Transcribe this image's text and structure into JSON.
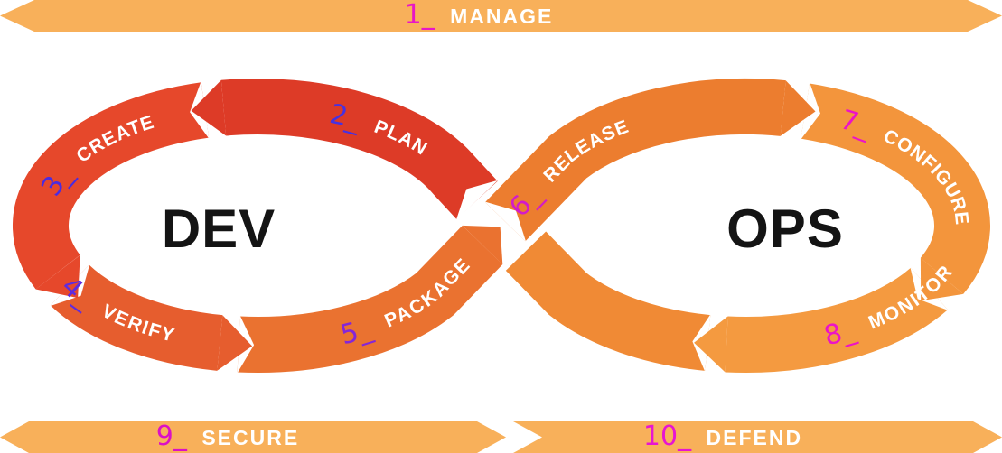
{
  "background": "#FFFFFF",
  "bars": {
    "manage": {
      "number": "1_",
      "label": "MANAGE",
      "color": "#F8B05A",
      "number_color": "#E816C6"
    },
    "secure": {
      "number": "9_",
      "label": "SECURE",
      "color": "#F8B05A",
      "number_color": "#DB10C6"
    },
    "defend": {
      "number": "10_",
      "label": "DEFEND",
      "color": "#F8B05A",
      "number_color": "#E714D2"
    }
  },
  "dev": {
    "title": "DEV",
    "title_color": "#141414",
    "segments": {
      "plan": {
        "number": "2_",
        "label": "PLAN",
        "color": "#DD3B27",
        "number_color": "#4631E3"
      },
      "create": {
        "number": "3_",
        "label": "CREATE",
        "color": "#E6482B",
        "number_color": "#4B2BE0"
      },
      "verify": {
        "number": "4_",
        "label": "VERIFY",
        "color": "#E65D2E",
        "number_color": "#5F2BDE"
      },
      "package": {
        "number": "5_",
        "label": "PACKAGE",
        "color": "#EA7230",
        "number_color": "#8426D9"
      }
    }
  },
  "ops": {
    "title": "OPS",
    "title_color": "#141414",
    "return_color": "#F08A35",
    "segments": {
      "release": {
        "number": "6_",
        "label": "RELEASE",
        "color": "#EC7D2F",
        "number_color": "#D31BC8"
      },
      "configure": {
        "number": "7_",
        "label": "CONFIGURE",
        "color": "#F3953C",
        "number_color": "#EC13C8"
      },
      "monitor": {
        "number": "8_",
        "label": "MONITOR",
        "color": "#F49A40",
        "number_color": "#EC13C8"
      }
    }
  }
}
